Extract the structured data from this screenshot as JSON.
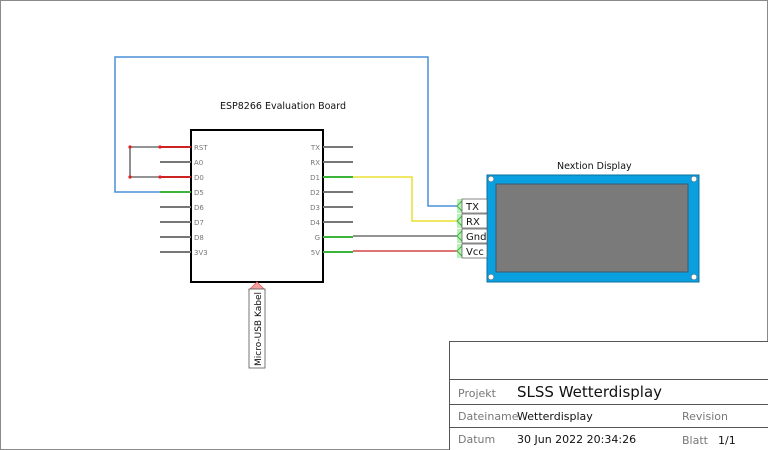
{
  "board": {
    "title": "ESP8266 Evaluation Board",
    "left_pins": [
      "RST",
      "A0",
      "D0",
      "D5",
      "D6",
      "D7",
      "D8",
      "3V3"
    ],
    "right_pins": [
      "TX",
      "RX",
      "D1",
      "D2",
      "D3",
      "D4",
      "G",
      "5V"
    ],
    "usb_label": "Micro-USB Kabel"
  },
  "display": {
    "title": "Nextion Display",
    "pins": [
      "TX",
      "RX",
      "Gnd",
      "Vcc"
    ]
  },
  "colors": {
    "wire_blue": "#4a90d9",
    "wire_yellow": "#e8e030",
    "wire_red": "#cc2222",
    "wire_gray": "#555555",
    "pin_green": "#3cb43c",
    "pin_red": "#cc2222",
    "display_frame": "#0aa0e0",
    "display_screen": "#7a7a7a"
  },
  "titleblock": {
    "project_label": "Projekt",
    "project_value": "SLSS Wetterdisplay",
    "filename_label": "Dateiname",
    "filename_value": "Wetterdisplay",
    "revision_label": "Revision",
    "date_label": "Datum",
    "date_value": "30 Jun 2022 20:34:26",
    "sheet_label": "Blatt",
    "sheet_value": "1/1"
  }
}
